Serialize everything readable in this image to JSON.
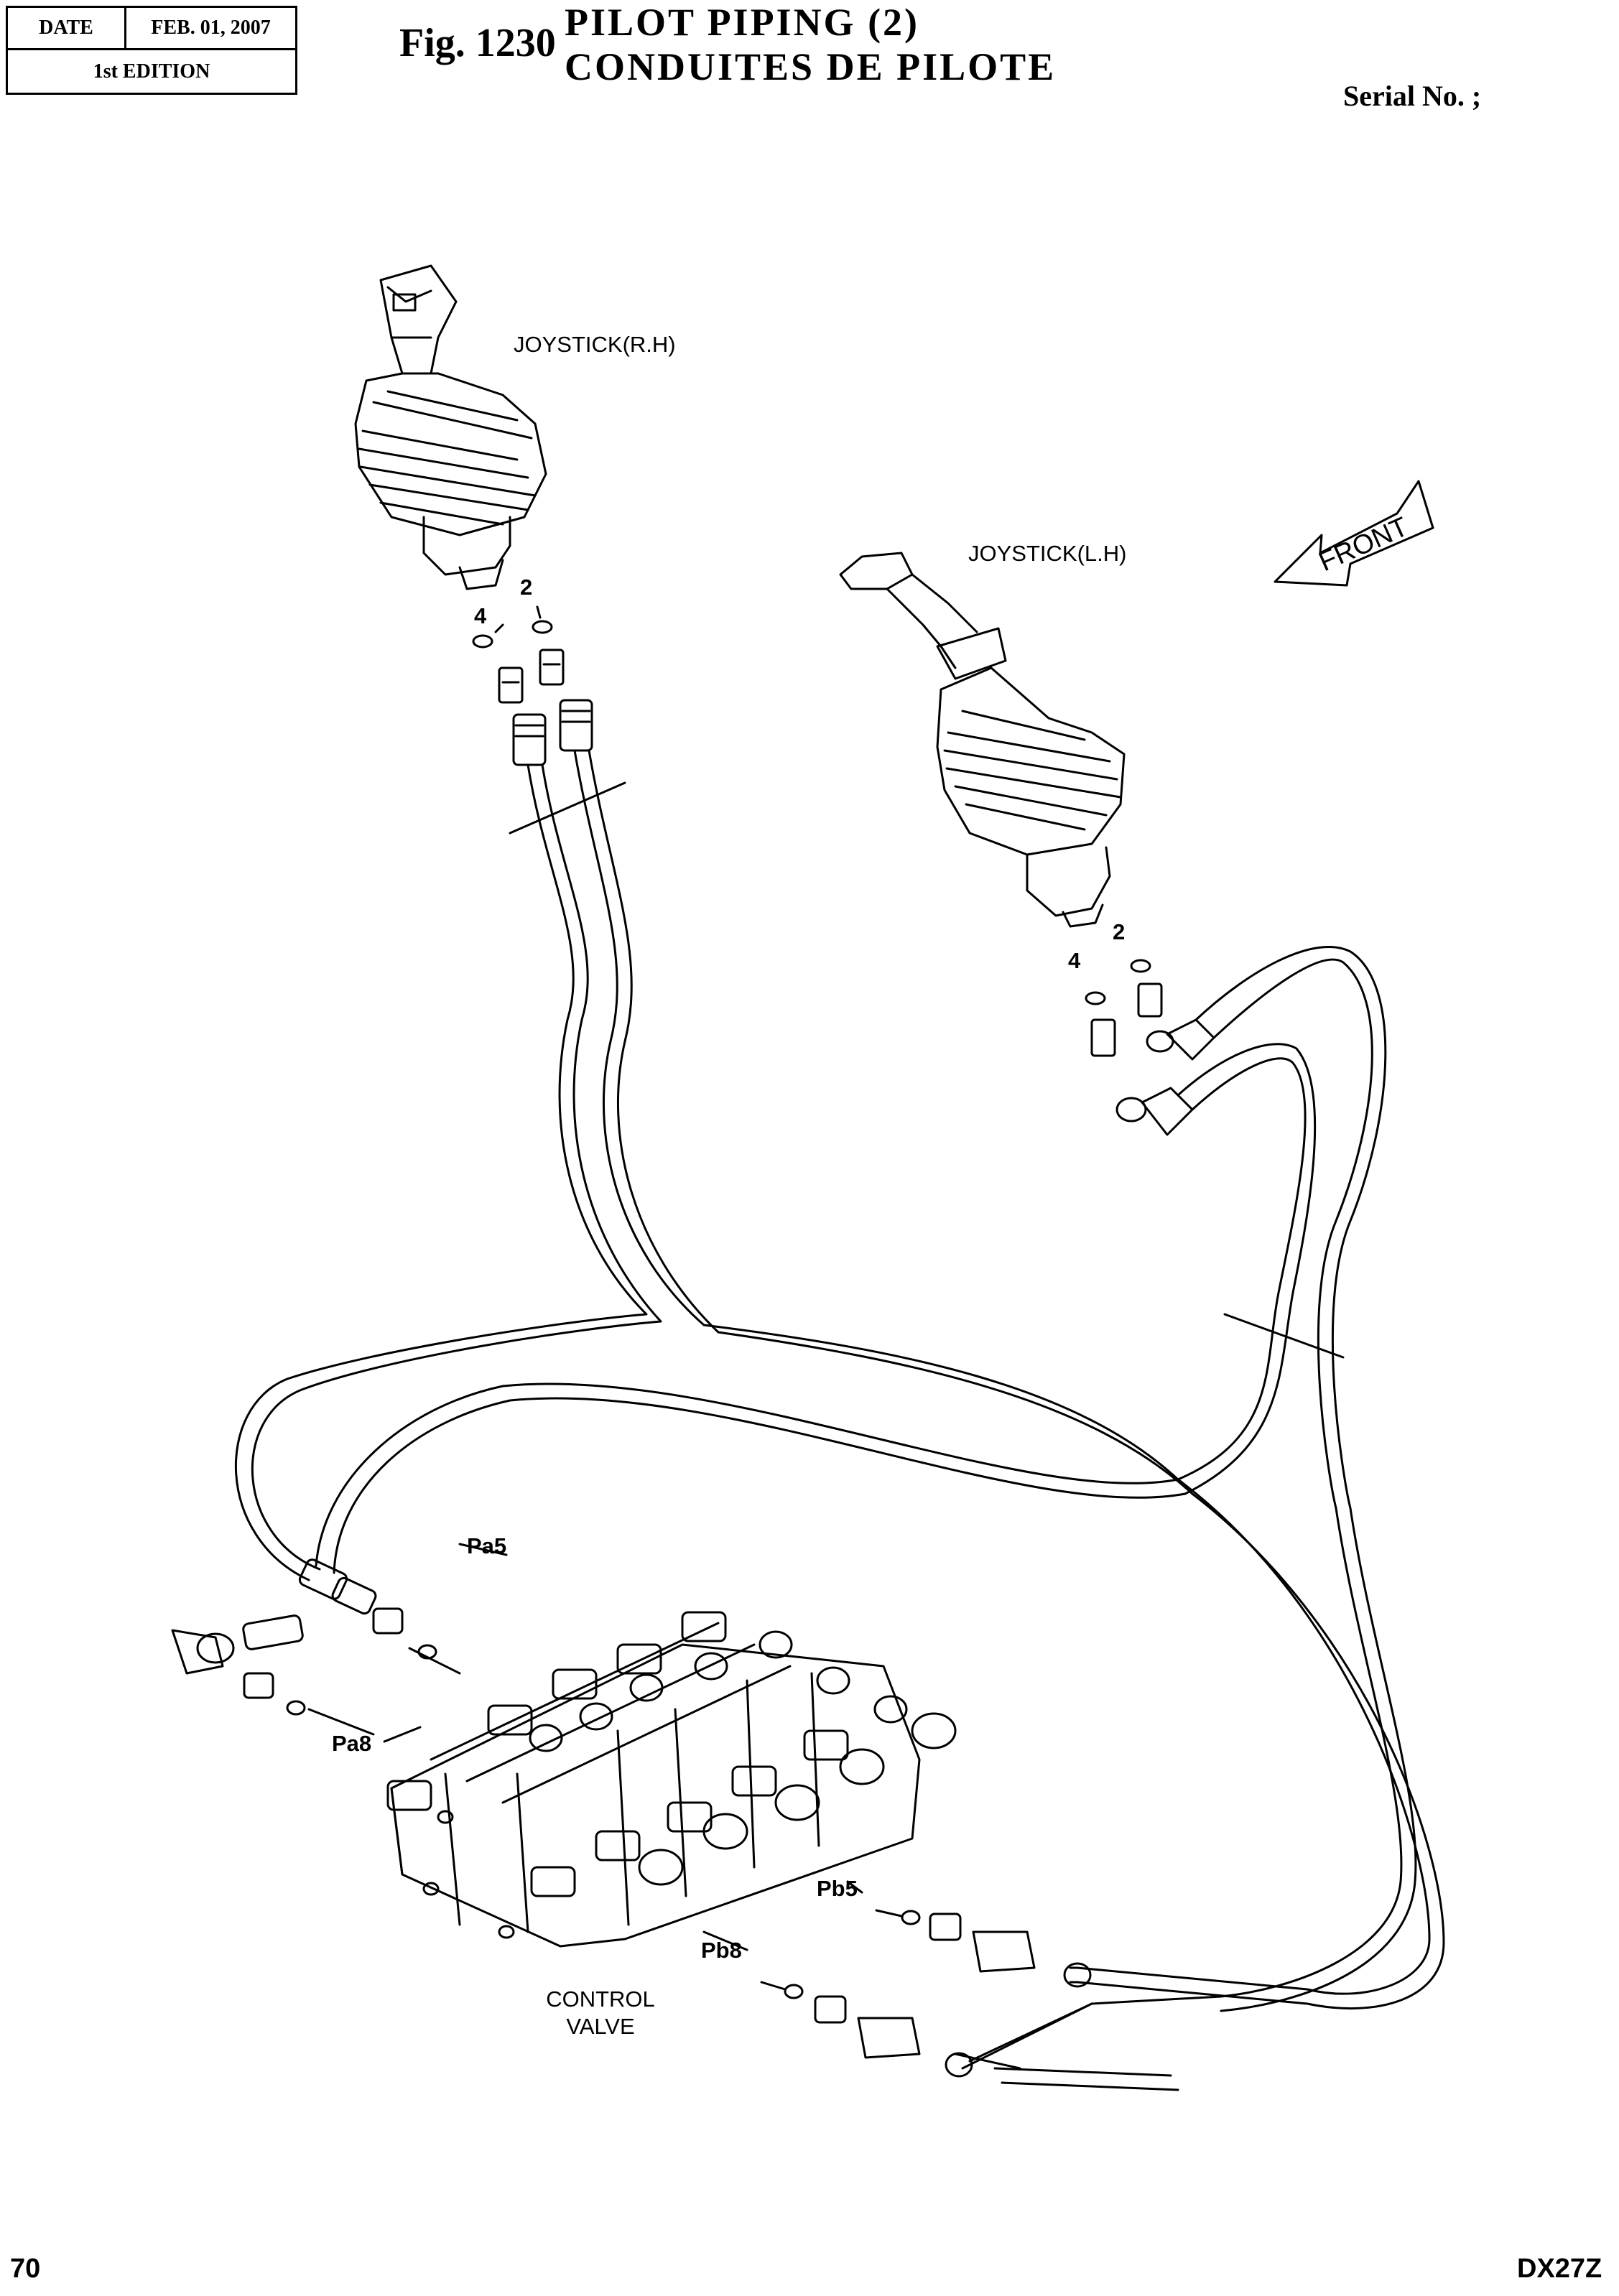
{
  "header": {
    "date_label": "DATE",
    "date_value": "FEB. 01, 2007",
    "edition": "1st EDITION",
    "figure_number": "Fig. 1230",
    "title_en": "PILOT PIPING (2)",
    "title_fr": "CONDUITES DE PILOTE",
    "serial": "Serial No. ;"
  },
  "drawing": {
    "joystick_rh": "JOYSTICK(R.H)",
    "joystick_lh": "JOYSTICK(L.H)",
    "front": "FRONT",
    "rh_callouts": [
      "2",
      "4"
    ],
    "lh_callouts": [
      "2",
      "4"
    ],
    "ports": [
      "Pa5",
      "Pa8",
      "Pb5",
      "Pb8"
    ],
    "control_valve": [
      "CONTROL",
      "VALVE"
    ]
  },
  "footer": {
    "page": "70",
    "model": "DX27Z"
  }
}
